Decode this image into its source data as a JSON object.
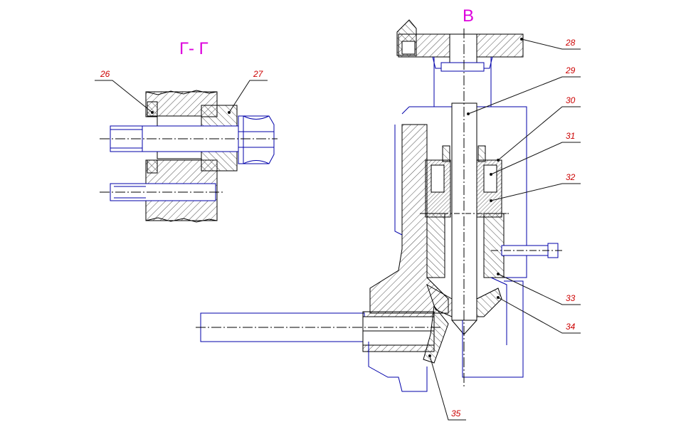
{
  "titles": {
    "section_gg": "Г- Г",
    "view_b": "В"
  },
  "callouts": [
    "26",
    "27",
    "28",
    "29",
    "30",
    "31",
    "32",
    "33",
    "34",
    "35"
  ],
  "colors": {
    "outline": "#0000aa",
    "hatch": "#222222",
    "leader": "#111111",
    "callout_text": "#cc0000",
    "title_text": "#dd00dd",
    "background": "#ffffff"
  }
}
